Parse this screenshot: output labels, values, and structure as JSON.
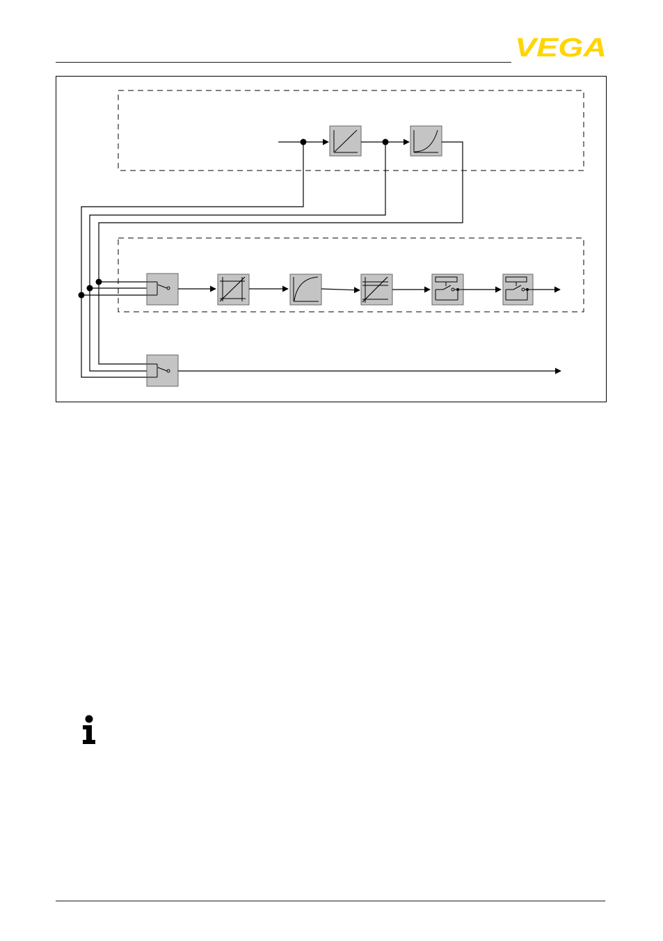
{
  "header": {
    "logo": {
      "text": "VEGA",
      "color": "#ffd500"
    }
  },
  "diagram": {
    "sections": [
      {
        "id": "upper-section",
        "style": "dashed"
      },
      {
        "id": "middle-section",
        "style": "dashed"
      }
    ],
    "blocks": [
      {
        "id": "linear-block",
        "icon": "linear-curve-icon"
      },
      {
        "id": "curve-block",
        "icon": "exponential-curve-icon"
      },
      {
        "id": "input-selector-switch",
        "icon": "switch-icon"
      },
      {
        "id": "adjustment-block",
        "icon": "adjustment-icon"
      },
      {
        "id": "damping-block",
        "icon": "damping-curve-icon"
      },
      {
        "id": "scaling-block",
        "icon": "scaling-icon"
      },
      {
        "id": "switch-block-1",
        "icon": "relay-switch-icon"
      },
      {
        "id": "switch-block-2",
        "icon": "relay-switch-icon"
      },
      {
        "id": "output-selector-switch",
        "icon": "switch-icon"
      }
    ]
  },
  "note": {
    "icon": "info-icon"
  }
}
